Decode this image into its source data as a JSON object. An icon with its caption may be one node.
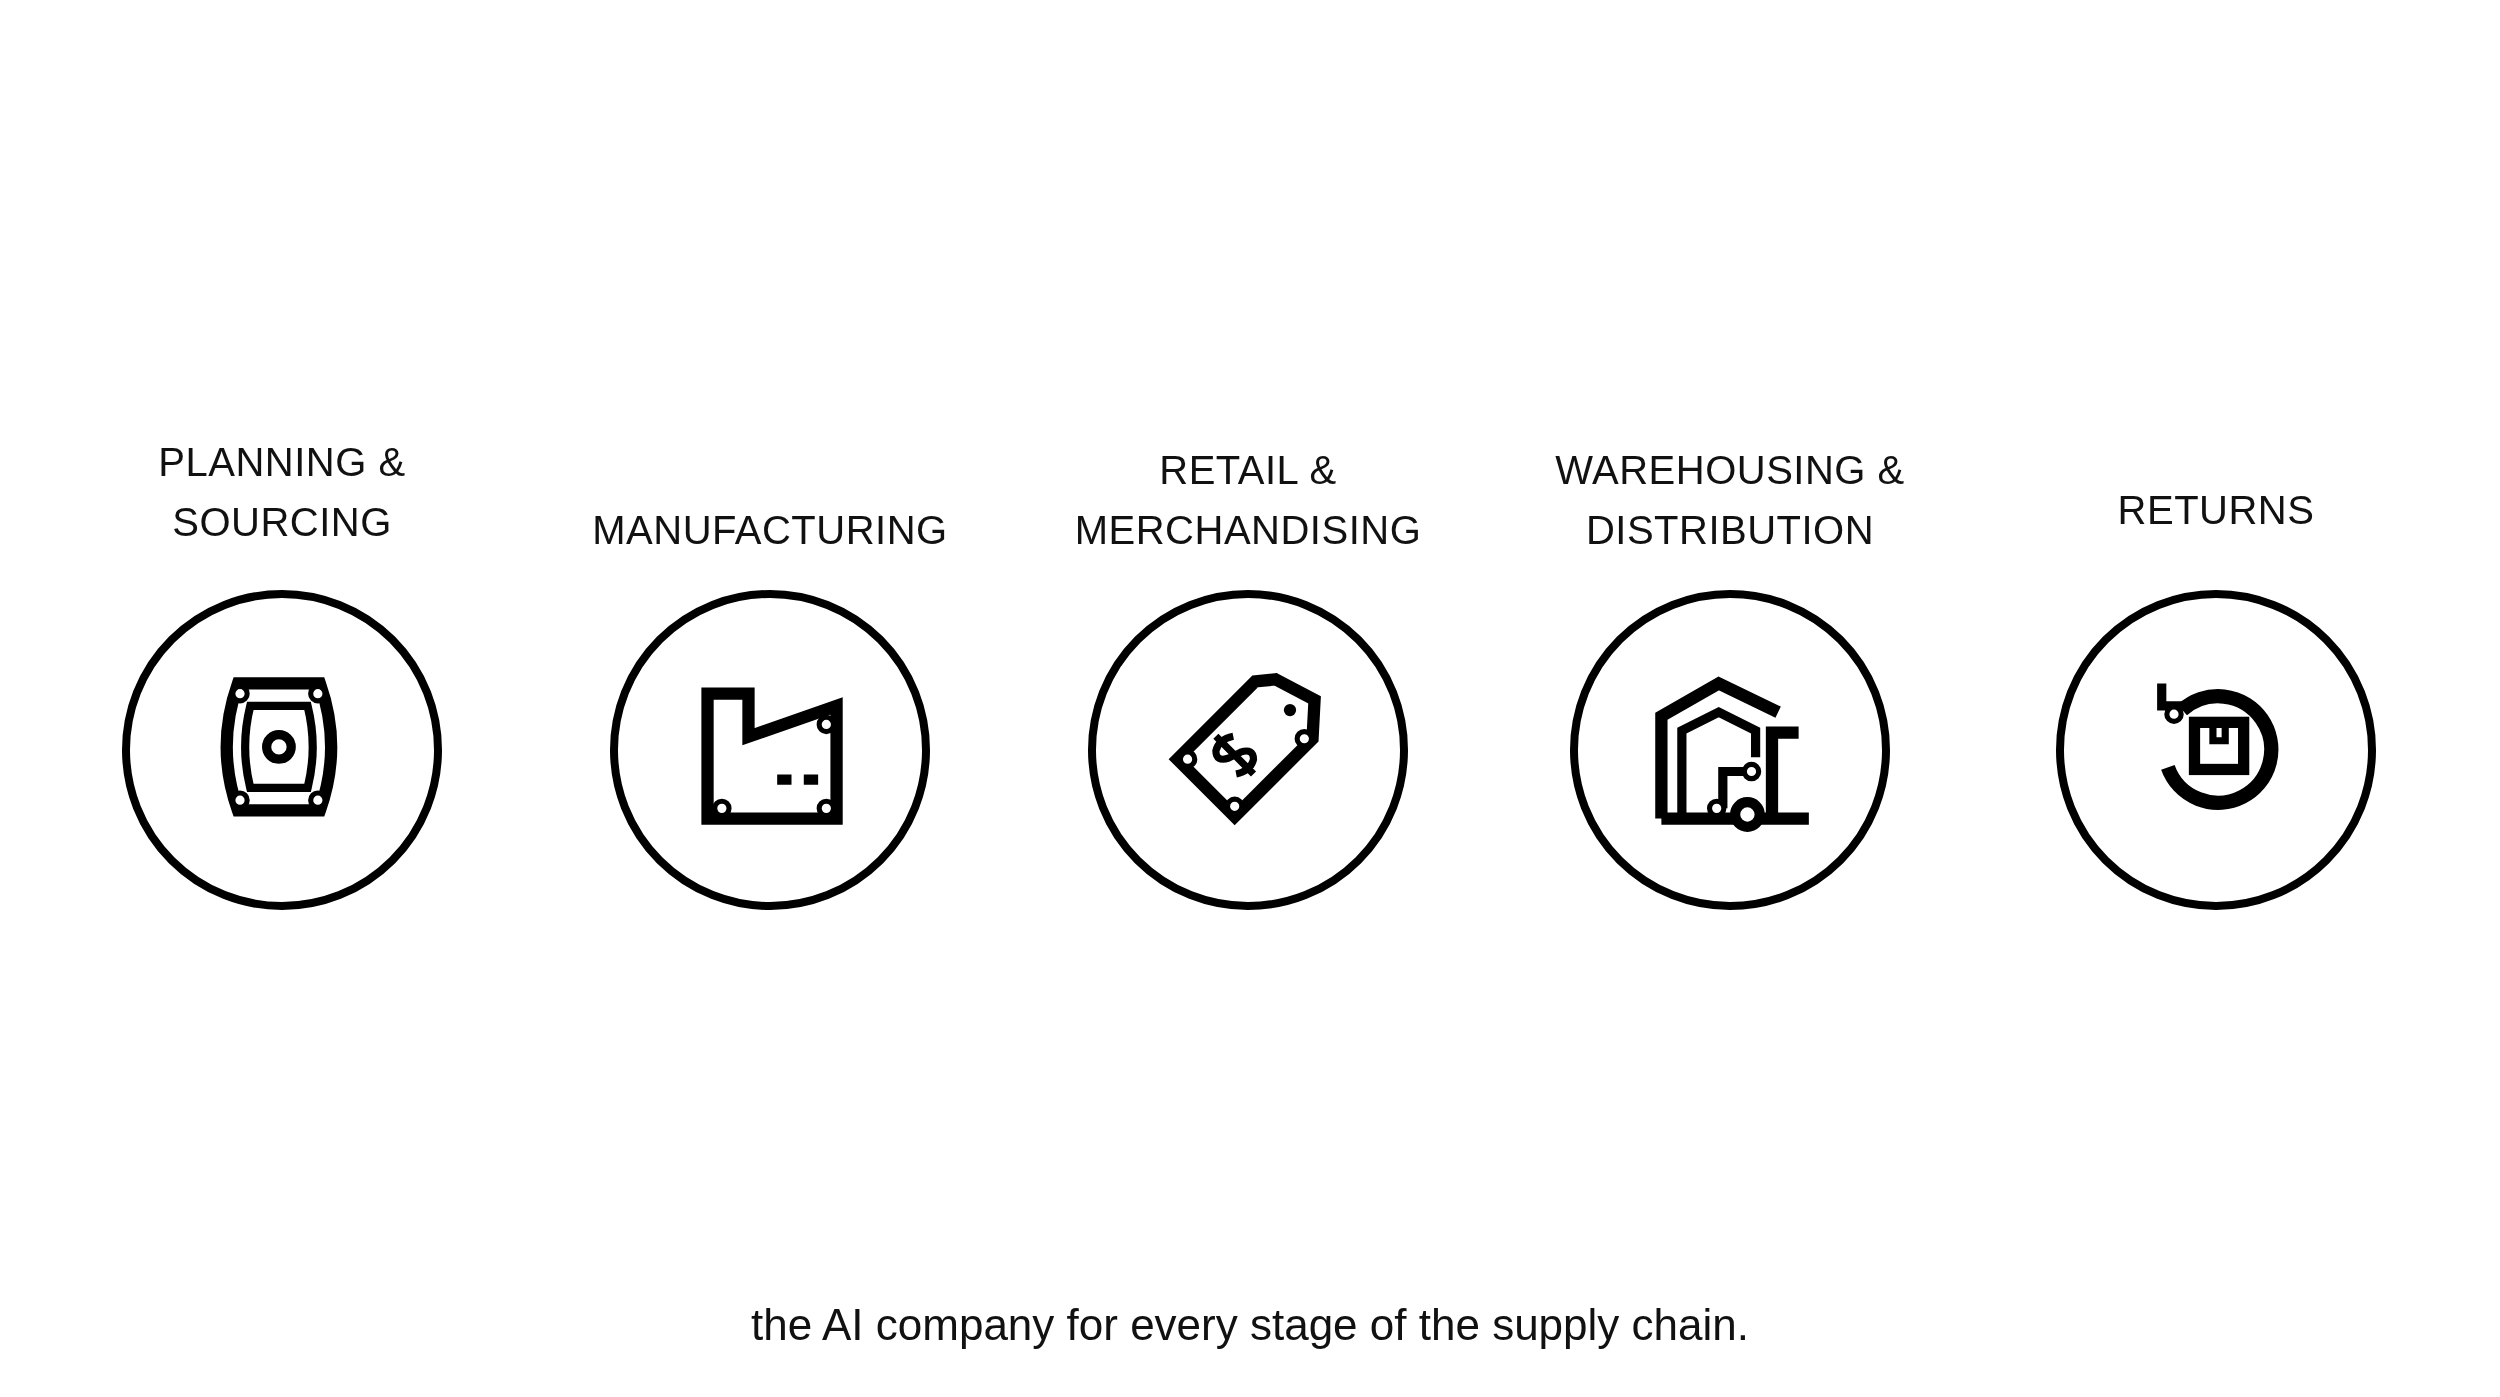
{
  "diagram": {
    "caption": "the AI company for every stage of the supply chain.",
    "nodes": [
      {
        "text": [
          "PLANNING & SOURCING"
        ]
      },
      {
        "text": [
          "MANUFACTURING"
        ]
      },
      {
        "text": [
          "RETAIL & MERCHANDISING"
        ]
      },
      {
        "text": [
          "WAREHOUSING & DISTRIBUTION"
        ]
      },
      {
        "text": [
          "RETURNS"
        ]
      }
    ]
  }
}
